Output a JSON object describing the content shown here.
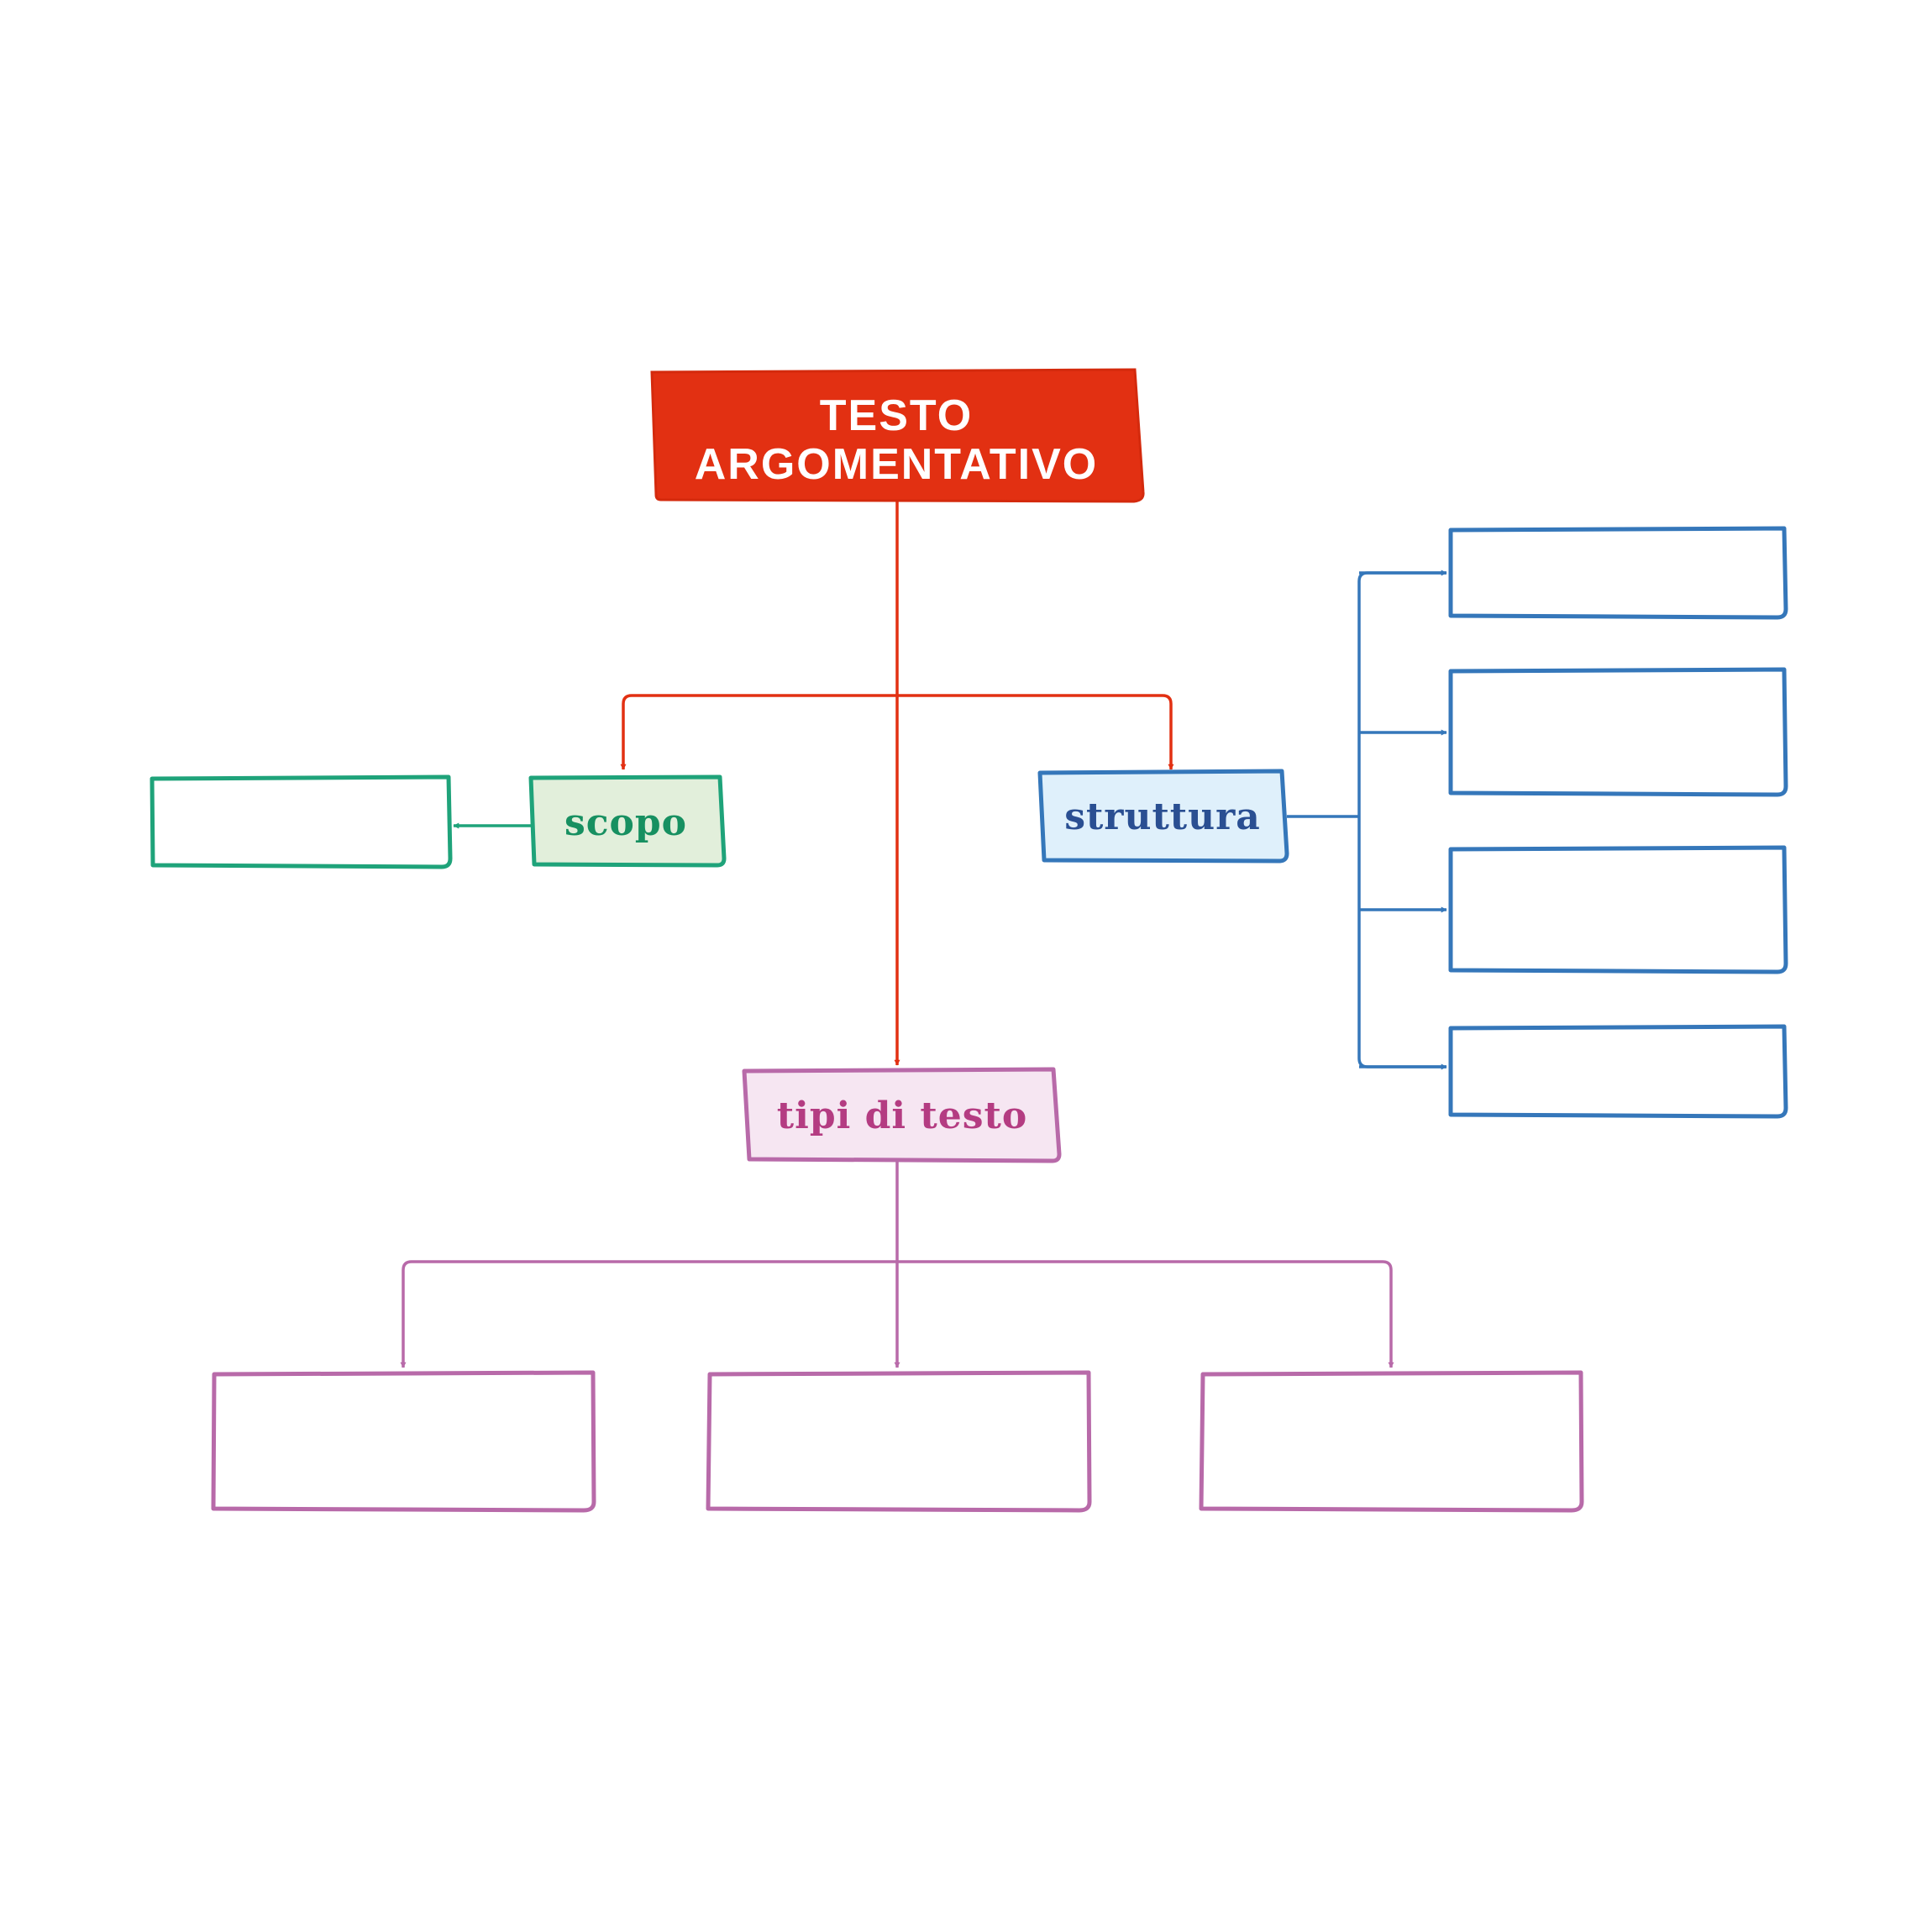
{
  "title": {
    "line1": "TESTO",
    "line2": "ARGOMENTATIVO"
  },
  "nodes": {
    "scopo": "scopo",
    "struttura": "struttura",
    "tipi": "tipi di testo"
  },
  "colors": {
    "title_fill": "#e23012",
    "connector_red": "#e23012",
    "green_stroke": "#1fa37a",
    "green_fill": "#e2efdb",
    "green_text": "#179061",
    "blue_stroke": "#3577ba",
    "blue_fill": "#dff0fb",
    "blue_text": "#2a4f92",
    "purple_stroke": "#b86aa9",
    "purple_fill": "#f6e6f2",
    "purple_text": "#b43c82"
  },
  "empty_boxes": {
    "scopo_answers": 1,
    "struttura_answers": 4,
    "tipi_answers": 3
  }
}
